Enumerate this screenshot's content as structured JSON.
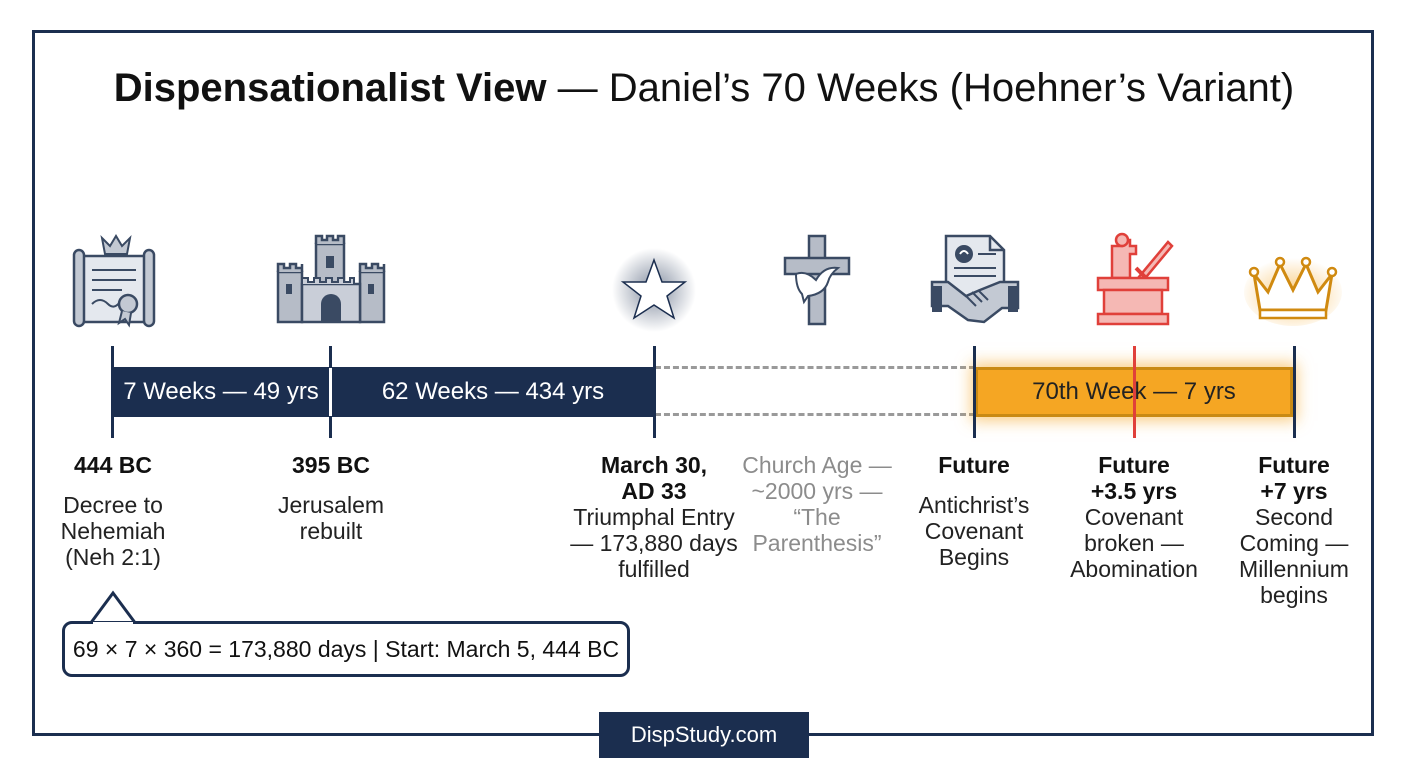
{
  "title": {
    "bold": "Dispensationalist View",
    "rest": " — Daniel’s 70 Weeks (Hoehner’s Variant)"
  },
  "bars": {
    "seven_weeks": "7 Weeks — 49 yrs",
    "sixty_two_weeks": "62 Weeks — 434 yrs",
    "seventieth_week": "70th Week — 7 yrs"
  },
  "events": [
    {
      "date": "444 BC",
      "desc": "Decree to Nehemiah (Neh 2:1)",
      "icon": "decree-scroll-crown-icon"
    },
    {
      "date": "395 BC",
      "desc": "Jerusalem rebuilt",
      "icon": "castle-icon"
    },
    {
      "date": "March 30, AD 33",
      "desc": "Triumphal Entry — 173,880 days fulfilled",
      "icon": "star-icon"
    },
    {
      "date": "",
      "desc": "Church Age — ~2000 yrs — “The Parenthesis”",
      "icon": "cross-dove-icon"
    },
    {
      "date": "Future",
      "desc": "Antichrist’s Covenant Begins",
      "icon": "covenant-handshake-icon"
    },
    {
      "date": "Future +3.5 yrs",
      "desc": "Covenant broken — Abomination",
      "icon": "altar-sword-icon"
    },
    {
      "date": "Future +7 yrs",
      "desc": "Second Coming — Millennium begins",
      "icon": "crown-icon"
    }
  ],
  "callout": "69 × 7 × 360 = 173,880 days | Start: March 5, 444 BC",
  "footer": "DispStudy.com",
  "colors": {
    "navy": "#1b2e4f",
    "gold": "#f5a623",
    "red": "#e0403a",
    "gray": "#8c8c8c"
  }
}
